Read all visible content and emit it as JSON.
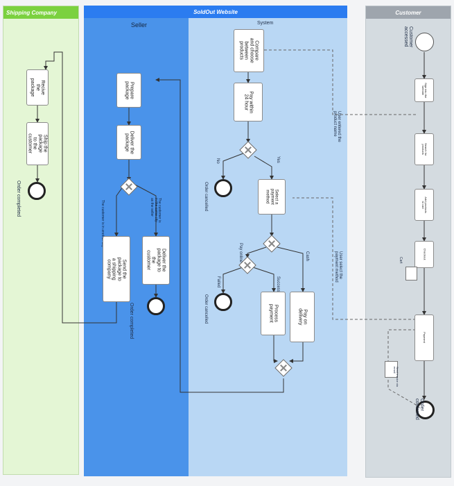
{
  "pools": {
    "shipping": "Shipping Company",
    "website": "SoldOut Website",
    "customer": "Customer"
  },
  "lanes": {
    "seller": "Seller",
    "system": "System"
  },
  "shipping": {
    "receive": "Recive the package",
    "ship": "Ship the package to the customer",
    "completed": "Order completed"
  },
  "seller": {
    "prepare": "Prepare package",
    "deliver": "Deliver the package",
    "same_city": "The customer is in the same city as the seller",
    "other_city": "The customer is in another city",
    "deliver_customer": "Deliver the package to the customer",
    "send_shipping": "Send the package to a shipping company",
    "completed": "Order completed"
  },
  "system": {
    "compare": "Compare and choose between products",
    "pay24": "Pay within 24 hour",
    "entered": "User entered the product name",
    "no": "No",
    "yes": "Yes",
    "cancelled1": "Order cancelled",
    "select_payment": "Select a payment method",
    "pay_online": "Pay online",
    "cash": "Cash",
    "user_selected": "User select the payment method",
    "failed": "Failed",
    "successful": "Successful",
    "cancelled2": "Order cancelled",
    "process": "Process payment",
    "pay_delivery": "Pay on delivery"
  },
  "customer": {
    "accessed": "Customer accessed",
    "signin": "Sign into the website",
    "search": "Search for products",
    "add": "Add products to cart",
    "checkout": "Checkout",
    "cart": "Cart",
    "payment": "Payment",
    "invoice": "Send invoice via email",
    "confirmed": "Order confirmed"
  },
  "colors": {
    "shipping_header": "#7bd13f",
    "shipping_body": "#e4f6d5",
    "website_header": "#2b7cf0",
    "seller_body": "#4a93ea",
    "system_body": "#b9d7f4",
    "customer_header": "#9ea5ad",
    "customer_body": "#d4dbe0"
  }
}
